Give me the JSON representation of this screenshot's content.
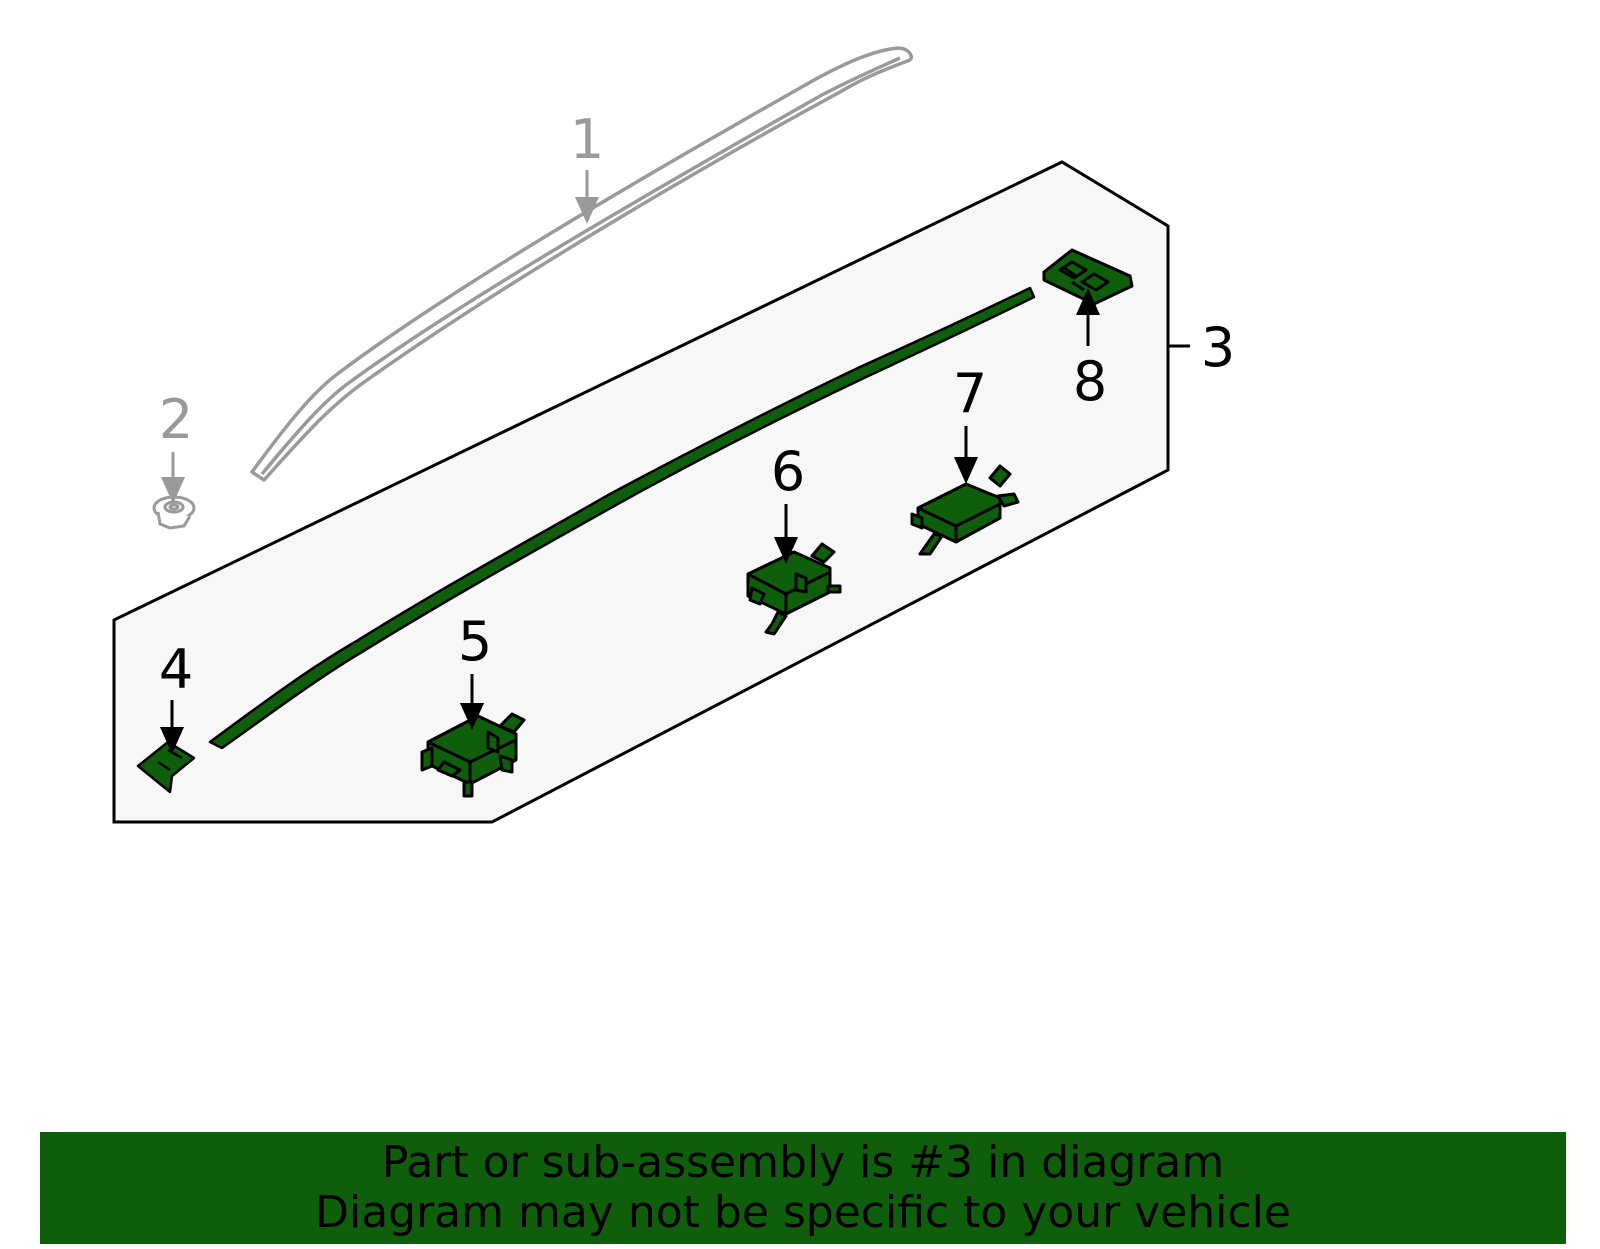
{
  "colors": {
    "accent_green": "#0f5e0c",
    "panel_fill": "#f7f7f7",
    "context_gray": "#9a9a9a",
    "outline_black": "#000000"
  },
  "callouts": {
    "c1": "1",
    "c2": "2",
    "c3": "3",
    "c4": "4",
    "c5": "5",
    "c6": "6",
    "c7": "7",
    "c8": "8"
  },
  "parts": {
    "p1": "roof-rail-outline",
    "p2": "nut",
    "p4": "end-cover",
    "p5": "bracket",
    "p6": "bracket",
    "p7": "bracket",
    "p8": "end-cap",
    "molding": "roof-molding"
  },
  "banner": {
    "line1": "Part or sub-assembly is #3 in diagram",
    "line2": "Diagram may not be specific to your vehicle"
  }
}
